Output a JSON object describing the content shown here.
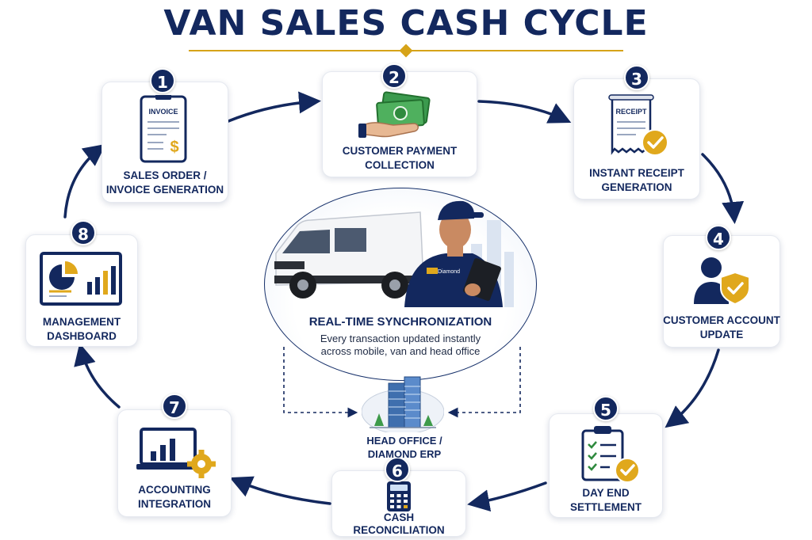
{
  "title": "VAN SALES CASH CYCLE",
  "steps": [
    {
      "number": "1",
      "line1": "SALES ORDER /",
      "line2": "INVOICE GENERATION",
      "doc_label": "INVOICE"
    },
    {
      "number": "2",
      "line1": "CUSTOMER PAYMENT",
      "line2": "COLLECTION"
    },
    {
      "number": "3",
      "line1": "INSTANT RECEIPT",
      "line2": "GENERATION",
      "doc_label": "RECEIPT"
    },
    {
      "number": "4",
      "line1": "CUSTOMER ACCOUNT",
      "line2": "UPDATE"
    },
    {
      "number": "5",
      "line1": "DAY END",
      "line2": "SETTLEMENT"
    },
    {
      "number": "6",
      "line1": "CASH",
      "line2": "RECONCILIATION"
    },
    {
      "number": "7",
      "line1": "ACCOUNTING",
      "line2": "INTEGRATION"
    },
    {
      "number": "8",
      "line1": "MANAGEMENT",
      "line2": "DASHBOARD"
    }
  ],
  "center": {
    "title": "REAL-TIME SYNCHRONIZATION",
    "desc_line1": "Every transaction updated instantly",
    "desc_line2": "across mobile, van and head office",
    "shirt_logo": "Diamond"
  },
  "hq": {
    "line1": "HEAD OFFICE /",
    "line2": "DIAMOND ERP"
  },
  "colors": {
    "navy": "#13285e",
    "gold": "#e0a81c",
    "green": "#2f8a3e",
    "light_blue": "#dfe8f5"
  }
}
